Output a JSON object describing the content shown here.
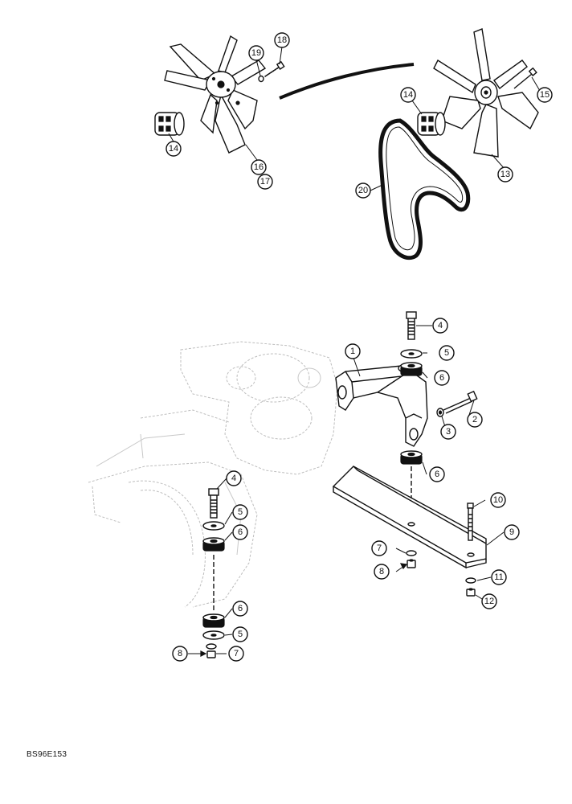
{
  "figure": {
    "drawing_code": "BS96E153",
    "callouts": {
      "c1": "1",
      "c2": "2",
      "c3": "3",
      "c4a": "4",
      "c4b": "4",
      "c5a": "5",
      "c5b": "5",
      "c5c": "5",
      "c6a": "6",
      "c6b": "6",
      "c6c": "6",
      "c6d": "6",
      "c7a": "7",
      "c7b": "7",
      "c8a": "8",
      "c8b": "8",
      "c9": "9",
      "c10": "10",
      "c11": "11",
      "c12": "12",
      "c13": "13",
      "c14a": "14",
      "c14b": "14",
      "c15": "15",
      "c16": "16",
      "c17": "17",
      "c18": "18",
      "c19": "19",
      "c20": "20"
    }
  }
}
